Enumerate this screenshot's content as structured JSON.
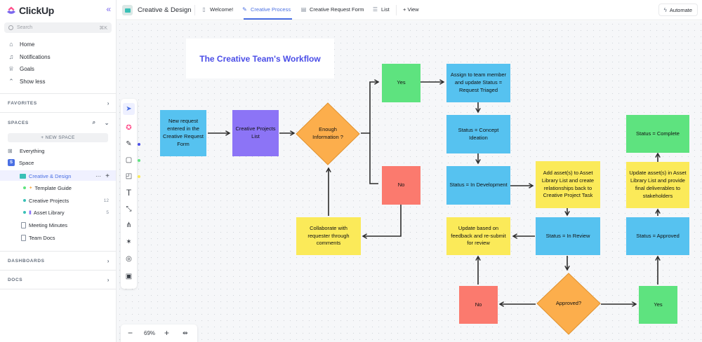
{
  "app": {
    "name": "ClickUp"
  },
  "sidebar": {
    "search_placeholder": "Search",
    "search_shortcut": "⌘K",
    "nav": [
      {
        "label": "Home",
        "icon": "home-icon"
      },
      {
        "label": "Notifications",
        "icon": "bell-icon"
      },
      {
        "label": "Goals",
        "icon": "trophy-icon"
      },
      {
        "label": "Show less",
        "icon": "chevron-up-icon"
      }
    ],
    "favorites_label": "FAVORITES",
    "spaces_label": "SPACES",
    "new_space_label": "+ NEW SPACE",
    "everything_label": "Everything",
    "space_label": "Space",
    "space_badge": "S",
    "folder_label": "Creative & Design",
    "lists": [
      {
        "label": "Template Guide",
        "count": ""
      },
      {
        "label": "Creative Projects",
        "count": "12"
      },
      {
        "label": "Asset Library",
        "count": "5"
      }
    ],
    "docs": [
      {
        "label": "Meeting Minutes"
      },
      {
        "label": "Team Docs"
      }
    ],
    "dashboards_label": "DASHBOARDS",
    "docs_label": "DOCS"
  },
  "topbar": {
    "space_title": "Creative & Design",
    "tabs": [
      {
        "label": "Welcome!"
      },
      {
        "label": "Creative Process"
      },
      {
        "label": "Creative Request Form"
      },
      {
        "label": "List"
      },
      {
        "label": "+ View"
      }
    ],
    "automate_label": "Automate"
  },
  "zoom": {
    "level": "69%"
  },
  "whiteboard": {
    "title": "The Creative Team's Workflow",
    "colors": {
      "blue": "#56c2f0",
      "purple": "#8c74f6",
      "orange": "#fcae4c",
      "green": "#5ee37f",
      "red": "#fb7a6e",
      "yellow": "#fbea59"
    },
    "nodes": {
      "new_request": "New request entered in the Creative Request Form",
      "projects_list": "Creative Projects List",
      "enough_info": "Enough Information ?",
      "yes1": "Yes",
      "no1": "No",
      "assign": "Assign to team member and update Status = Request Triaged",
      "concept": "Status = Concept Ideation",
      "in_dev": "Status = In Development",
      "collab": "Collaborate with requester through comments",
      "add_asset": "Add asset(s) to Asset Library List and create relationships back to Creative Project Task",
      "in_review": "Status = In Review",
      "update_feedback": "Update based on feedback and re-submit for review",
      "approved_q": "Approved?",
      "no2": "No",
      "yes2": "Yes",
      "approved": "Status = Approved",
      "update_asset": "Update asset(s) in Asset Library List and provide final deliverables to stakeholders",
      "complete": "Status = Complete"
    }
  }
}
